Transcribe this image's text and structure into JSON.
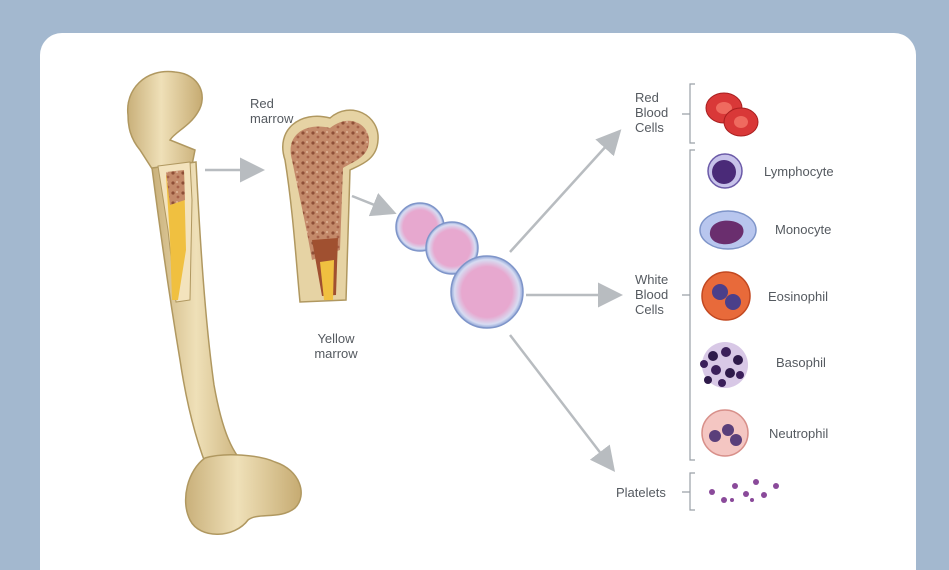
{
  "labels": {
    "red_marrow": [
      "Red",
      "marrow"
    ],
    "yellow_marrow": [
      "Yellow",
      "marrow"
    ],
    "red_blood_cells": [
      "Red",
      "Blood",
      "Cells"
    ],
    "white_blood_cells": [
      "White",
      "Blood",
      "Cells"
    ],
    "lymphocyte": "Lymphocyte",
    "monocyte": "Monocyte",
    "eosinophil": "Eosinophil",
    "basophil": "Basophil",
    "neutrophil": "Neutrophil",
    "platelets": "Platelets"
  },
  "colors": {
    "frame": "#a3b8cf",
    "bone": "#e6d3a4",
    "marrow_red": "#b06040",
    "marrow_yellow": "#f0c040",
    "arrow": "#b8bcc0",
    "rbc": "#d93838",
    "stem_cell": "#e7a8cf"
  }
}
